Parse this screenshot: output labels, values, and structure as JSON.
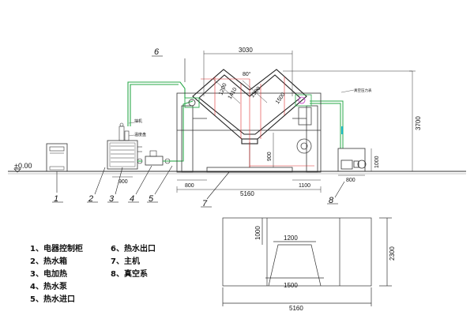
{
  "diagram": {
    "dimensions": {
      "top_width": "3030",
      "angle": "80°",
      "d1200_left": "1200",
      "d1500_left": "1500",
      "d1500_right": "1500",
      "d1410": "1410",
      "height_3700": "3700",
      "d900_mid": "900",
      "d900_left": "900",
      "d800_left": "800",
      "total_5160": "5160",
      "d1100": "1100",
      "d1000_right": "1000",
      "d800_right": "800",
      "level": "±0.00"
    },
    "small_labels": {
      "upper_mark": "抽机",
      "lower_mark": "温度盘",
      "right_note": "真空压力表"
    },
    "callouts": [
      "1",
      "2",
      "3",
      "4",
      "5",
      "6",
      "7",
      "8"
    ],
    "plan_dims": {
      "d1200": "1200",
      "d1000": "1000",
      "d1500": "1500",
      "d2300": "2300",
      "d5160": "5160"
    },
    "legend": [
      "1、电器控制柜",
      "2、热水箱",
      "3、电加热",
      "4、热水泵",
      "5、热水进口",
      "6、热水出口",
      "7、主机",
      "8、真空系"
    ]
  }
}
